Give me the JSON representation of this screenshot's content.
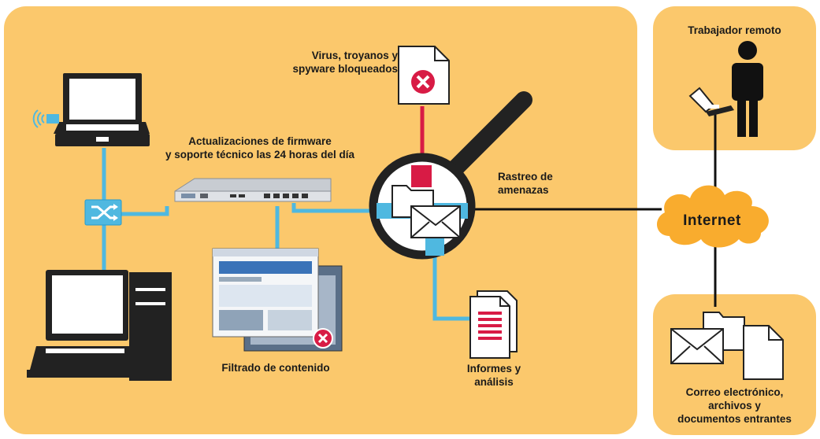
{
  "labels": {
    "virus_blocked": "Virus, troyanos y\nspyware bloqueados",
    "firmware_support": "Actualizaciones de firmware\ny soporte técnico las 24 horas del día",
    "threat_tracking": "Rastreo de\namenazas",
    "content_filtering": "Filtrado de contenido",
    "reports": "Informes y\nanálisis",
    "remote_worker": "Trabajador remoto",
    "internet": "Internet",
    "incoming": "Correo electrónico,\narchivos y\ndocumentos entrantes"
  },
  "colors": {
    "panel": "#fbc86c",
    "connection_line": "#4fb8e0",
    "threat_line": "#d81b45",
    "block_icon": "#d81b45",
    "internet_cloud": "#f9ac2e",
    "device_dark": "#222222"
  },
  "icons": [
    "laptop-icon",
    "switch-icon",
    "desktop-computer-icon",
    "firewall-appliance-icon",
    "document-blocked-icon",
    "magnifier-icon",
    "folder-icon",
    "envelope-icon",
    "report-document-icon",
    "browser-windows-icon",
    "person-icon",
    "cloud-icon"
  ]
}
